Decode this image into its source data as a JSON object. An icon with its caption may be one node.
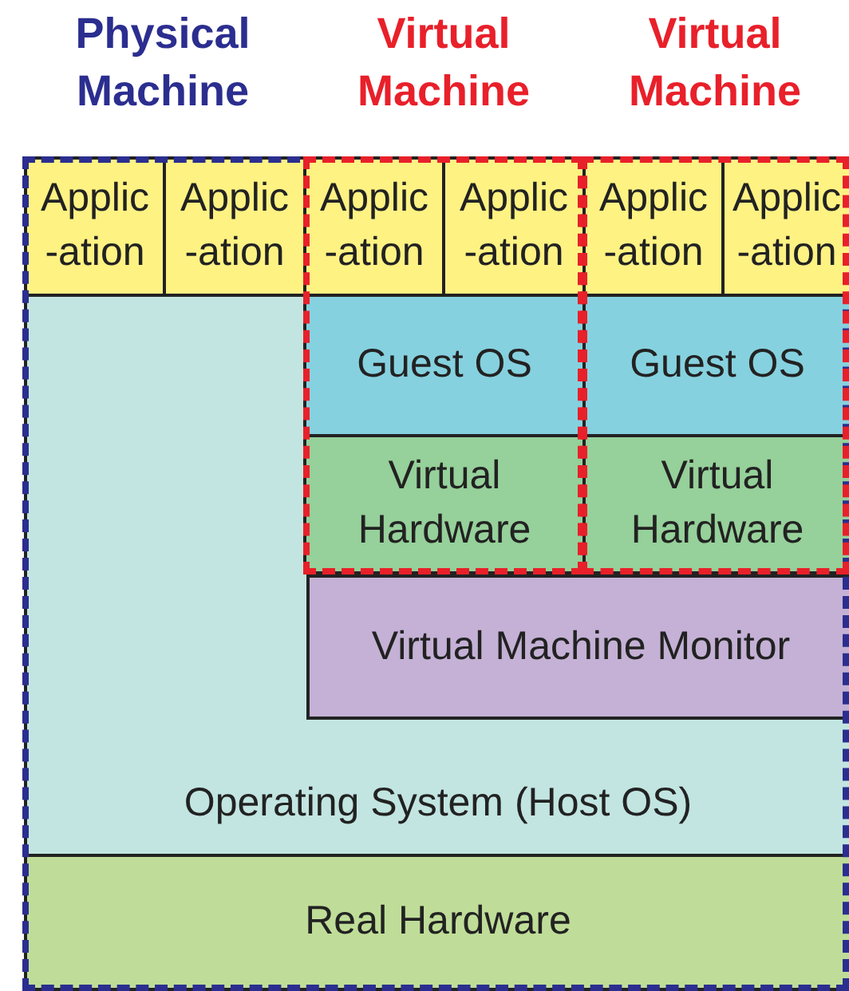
{
  "diagram": {
    "nodes": [
      {
        "text": [
          "Physical Machine"
        ]
      },
      {
        "text": [
          "Virtual Machine"
        ],
        "in": 0
      },
      {
        "text": [
          "Virtual Machine"
        ],
        "in": 0
      },
      {
        "text": [
          "Applic -ation"
        ],
        "in": 0
      },
      {
        "text": [
          "Applic -ation"
        ],
        "in": 0
      },
      {
        "text": [
          "Applic -ation"
        ],
        "in": 1
      },
      {
        "text": [
          "Applic -ation"
        ],
        "in": 1
      },
      {
        "text": [
          "Guest OS"
        ]
      },
      {
        "text": [
          "Virtual Hardware"
        ]
      },
      {
        "text": [
          "Applic -ation"
        ],
        "in": 2
      },
      {
        "text": [
          "Applic -ation"
        ],
        "in": 2
      },
      {
        "text": [
          "Guest OS"
        ]
      },
      {
        "text": [
          "Virtual Hardware"
        ]
      },
      {
        "text": [
          "Operating System (Host OS)"
        ],
        "in": 0
      },
      {
        "text": [
          "Virtual Machine Monitor"
        ],
        "in": 13
      },
      {
        "text": [
          "Real Hardware"
        ],
        "in": 0
      }
    ]
  }
}
